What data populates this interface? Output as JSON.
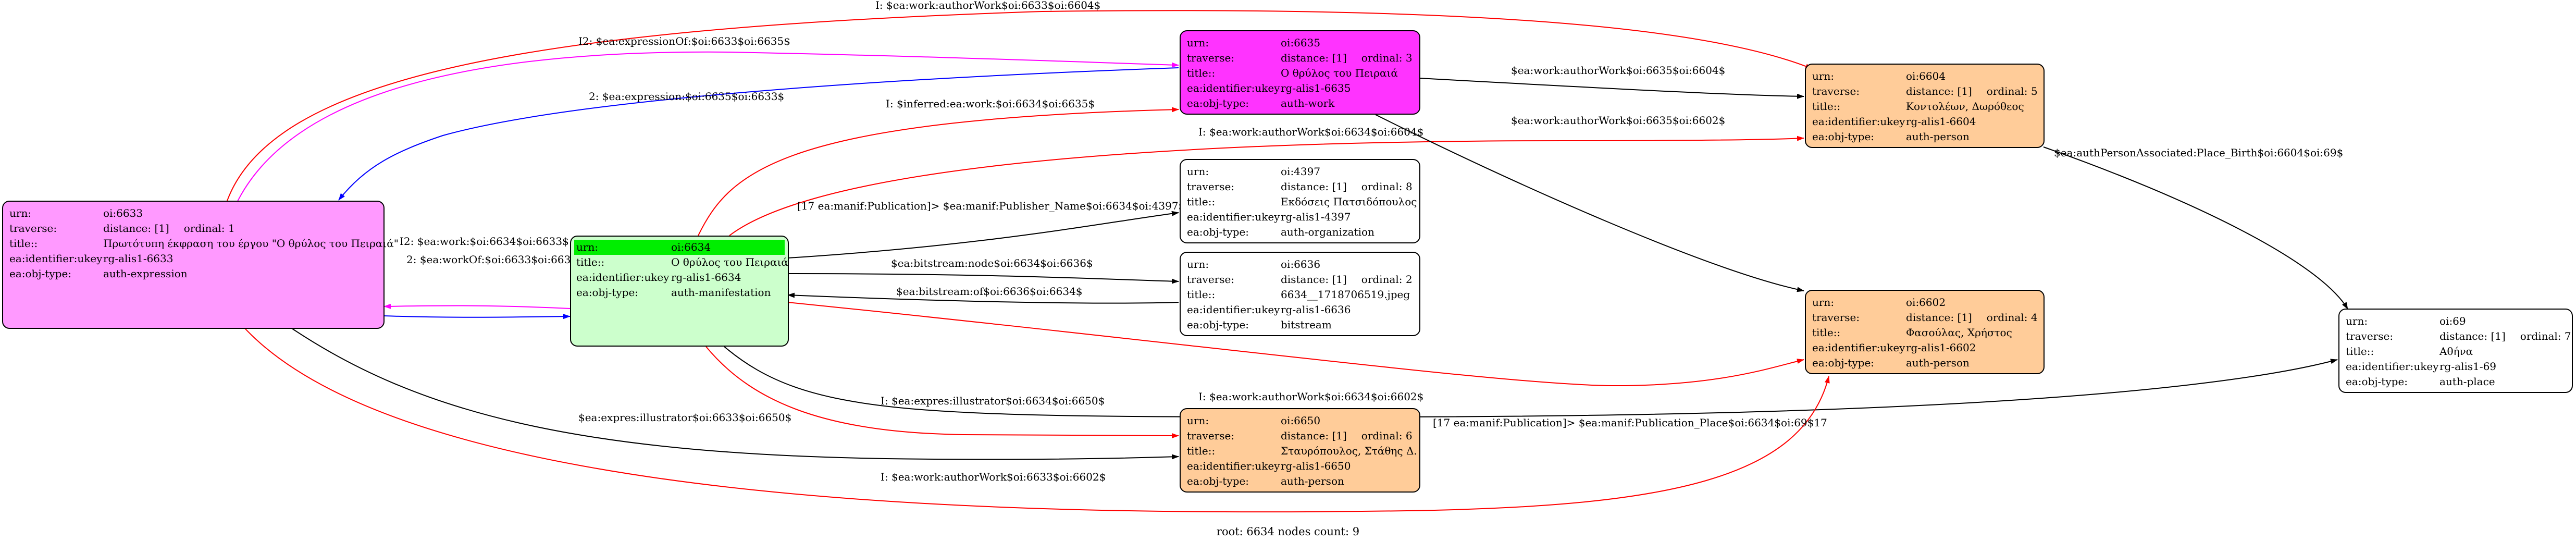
{
  "colors": {
    "expression": "#ff99ff",
    "work": "#ff33ff",
    "person": "#ffcc99",
    "manifestation": "#ccffcc",
    "root_highlight": "#00ee00",
    "white": "#ffffff",
    "edge_red": "#ff0000",
    "edge_magenta": "#ff00ff",
    "edge_blue": "#0000ff",
    "edge_black": "#000000"
  },
  "field_labels": {
    "urn": "urn:",
    "traverse": "traverse:",
    "title": "title::",
    "identifier": "ea:identifier:ukey",
    "objtype": "ea:obj-type:"
  },
  "nodes": {
    "n6633": {
      "urn": "oi:6633",
      "distance": "distance: [1]",
      "ordinal": "ordinal: 1",
      "title": "Πρωτότυπη έκφραση του έργου \"Ο θρύλος του Πειραιά\"",
      "identifier": "rg-alis1-6633",
      "objtype": "auth-expression"
    },
    "n6634": {
      "urn": "oi:6634",
      "title": "Ο θρύλος του Πειραιά",
      "identifier": "rg-alis1-6634",
      "objtype": "auth-manifestation"
    },
    "n6635": {
      "urn": "oi:6635",
      "distance": "distance: [1]",
      "ordinal": "ordinal: 3",
      "title": "Ο θρύλος του Πειραιά",
      "identifier": "rg-alis1-6635",
      "objtype": "auth-work"
    },
    "n4397": {
      "urn": "oi:4397",
      "distance": "distance: [1]",
      "ordinal": "ordinal: 8",
      "title": "Εκδόσεις Πατσιδόπουλος",
      "identifier": "rg-alis1-4397",
      "objtype": "auth-organization"
    },
    "n6636": {
      "urn": "oi:6636",
      "distance": "distance: [1]",
      "ordinal": "ordinal: 2",
      "title": "6634__1718706519.jpeg",
      "identifier": "rg-alis1-6636",
      "objtype": "bitstream"
    },
    "n6650": {
      "urn": "oi:6650",
      "distance": "distance: [1]",
      "ordinal": "ordinal: 6",
      "title": "Σταυρόπουλος, Στάθης  Δ.",
      "identifier": "rg-alis1-6650",
      "objtype": "auth-person"
    },
    "n6604": {
      "urn": "oi:6604",
      "distance": "distance: [1]",
      "ordinal": "ordinal: 5",
      "title": "Κοντολέων, Δωρόθεος",
      "identifier": "rg-alis1-6604",
      "objtype": "auth-person"
    },
    "n6602": {
      "urn": "oi:6602",
      "distance": "distance: [1]",
      "ordinal": "ordinal: 4",
      "title": "Φασούλας, Χρήστος",
      "identifier": "rg-alis1-6602",
      "objtype": "auth-person"
    },
    "n69": {
      "urn": "oi:69",
      "distance": "distance: [1]",
      "ordinal": "ordinal: 7",
      "title": "Αθήνα",
      "identifier": "rg-alis1-69",
      "objtype": "auth-place"
    }
  },
  "edges": [
    {
      "label": "I: $ea:work:authorWork$oi:6633$oi:6604$",
      "color": "#ff0000"
    },
    {
      "label": "I2: $ea:expressionOf:$oi:6633$oi:6635$",
      "color": "#ff00ff"
    },
    {
      "label": "2: $ea:expression:$oi:6635$oi:6633$",
      "color": "#0000ff"
    },
    {
      "label": "I: $inferred:ea:work:$oi:6634$oi:6635$",
      "color": "#ff0000"
    },
    {
      "label": "$ea:work:authorWork$oi:6635$oi:6604$",
      "color": "#000000"
    },
    {
      "label": "I: $ea:work:authorWork$oi:6634$oi:6604$",
      "color": "#ff0000"
    },
    {
      "label": "$ea:work:authorWork$oi:6635$oi:6602$",
      "color": "#000000"
    },
    {
      "label": "$ea:authPersonAssociated:Place_Birth$oi:6604$oi:69$",
      "color": "#000000"
    },
    {
      "label": "[17 ea:manif:Publication]> $ea:manif:Publisher_Name$oi:6634$oi:4397$17",
      "color": "#000000"
    },
    {
      "label": "I2: $ea:work:$oi:6634$oi:6633$",
      "color": "#ff00ff"
    },
    {
      "label": "2: $ea:workOf:$oi:6633$oi:6634$",
      "color": "#0000ff"
    },
    {
      "label": "$ea:bitstream:node$oi:6634$oi:6636$",
      "color": "#000000"
    },
    {
      "label": "$ea:bitstream:of$oi:6636$oi:6634$",
      "color": "#000000"
    },
    {
      "label": "I: $ea:work:authorWork$oi:6634$oi:6602$",
      "color": "#ff0000"
    },
    {
      "label": "[17 ea:manif:Publication]> $ea:manif:Publication_Place$oi:6634$oi:69$17",
      "color": "#000000"
    },
    {
      "label": "$ea:expres:illustrator$oi:6633$oi:6650$",
      "color": "#000000"
    },
    {
      "label": "I: $ea:expres:illustrator$oi:6634$oi:6650$",
      "color": "#ff0000"
    },
    {
      "label": "I: $ea:work:authorWork$oi:6633$oi:6602$",
      "color": "#ff0000"
    }
  ],
  "footer": "root: 6634 nodes count: 9"
}
